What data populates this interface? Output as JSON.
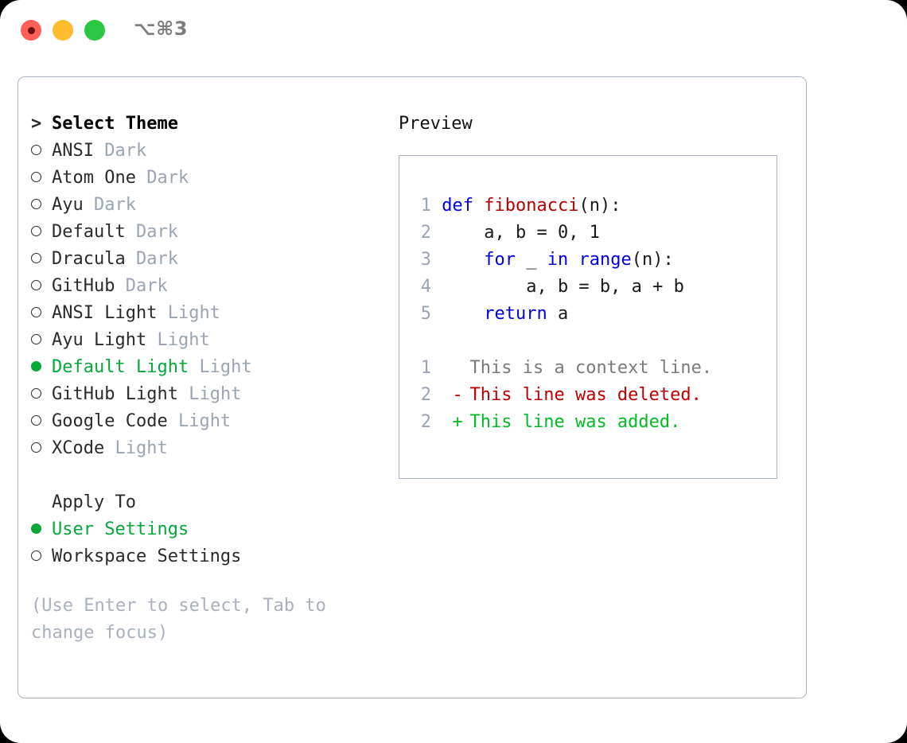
{
  "titlebar": {
    "shortcut": "⌥⌘3",
    "controls": [
      {
        "name": "close",
        "color": "#ff5f57"
      },
      {
        "name": "minimize",
        "color": "#ffbd2e"
      },
      {
        "name": "maximize",
        "color": "#28c840"
      }
    ]
  },
  "theme_picker": {
    "header": "Select Theme",
    "header_marker": ">",
    "items": [
      {
        "label": "ANSI",
        "suffix": "Dark",
        "selected": false
      },
      {
        "label": "Atom One",
        "suffix": "Dark",
        "selected": false
      },
      {
        "label": "Ayu",
        "suffix": "Dark",
        "selected": false
      },
      {
        "label": "Default",
        "suffix": "Dark",
        "selected": false
      },
      {
        "label": "Dracula",
        "suffix": "Dark",
        "selected": false
      },
      {
        "label": "GitHub",
        "suffix": "Dark",
        "selected": false
      },
      {
        "label": "ANSI Light",
        "suffix": "Light",
        "selected": false
      },
      {
        "label": "Ayu Light",
        "suffix": "Light",
        "selected": false
      },
      {
        "label": "Default Light",
        "suffix": "Light",
        "selected": true
      },
      {
        "label": "GitHub Light",
        "suffix": "Light",
        "selected": false
      },
      {
        "label": "Google Code",
        "suffix": "Light",
        "selected": false
      },
      {
        "label": "XCode",
        "suffix": "Light",
        "selected": false
      }
    ]
  },
  "apply_to": {
    "title": "Apply To",
    "options": [
      {
        "label": "User Settings",
        "selected": true
      },
      {
        "label": "Workspace Settings",
        "selected": false
      }
    ]
  },
  "hint": "(Use Enter to select, Tab to change focus)",
  "preview": {
    "title": "Preview",
    "code_lines": [
      {
        "num": "1",
        "tokens": [
          {
            "t": "def ",
            "c": "kw"
          },
          {
            "t": "fibonacci",
            "c": "fn"
          },
          {
            "t": "(n):",
            "c": "plain"
          }
        ]
      },
      {
        "num": "2",
        "tokens": [
          {
            "t": "    a, b = 0, 1",
            "c": "plain"
          }
        ]
      },
      {
        "num": "3",
        "tokens": [
          {
            "t": "    ",
            "c": "plain"
          },
          {
            "t": "for",
            "c": "kw"
          },
          {
            "t": " _ ",
            "c": "plain"
          },
          {
            "t": "in",
            "c": "kw"
          },
          {
            "t": " ",
            "c": "plain"
          },
          {
            "t": "range",
            "c": "kw"
          },
          {
            "t": "(n):",
            "c": "plain"
          }
        ]
      },
      {
        "num": "4",
        "tokens": [
          {
            "t": "        a, b = b, a + b",
            "c": "plain"
          }
        ]
      },
      {
        "num": "5",
        "tokens": [
          {
            "t": "    ",
            "c": "plain"
          },
          {
            "t": "return",
            "c": "kw"
          },
          {
            "t": " a",
            "c": "plain"
          }
        ]
      }
    ],
    "diff_lines": [
      {
        "num": "1",
        "marker": " ",
        "text": "This is a context line.",
        "kind": "ctx"
      },
      {
        "num": "2",
        "marker": "-",
        "text": "This line was deleted.",
        "kind": "del"
      },
      {
        "num": "2",
        "marker": "+",
        "text": "This line was added.",
        "kind": "add"
      }
    ]
  },
  "colors": {
    "accent_green": "#06a83a",
    "muted": "#9aa5b4",
    "border": "#aab4c2",
    "keyword": "#0000e6",
    "function": "#b30000",
    "diff_add": "#00bb22",
    "diff_del": "#c00000"
  }
}
